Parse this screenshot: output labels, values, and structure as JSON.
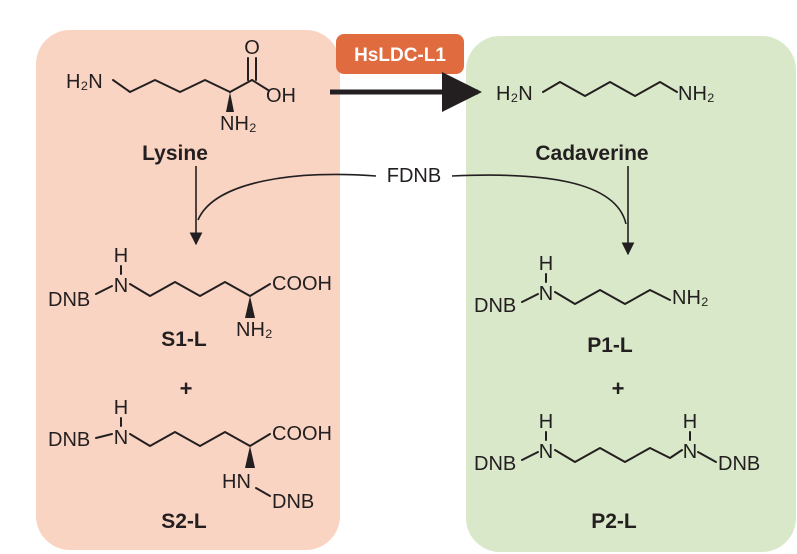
{
  "colors": {
    "substrate_panel": "#f9d4c3",
    "product_panel": "#d9e8c8",
    "enzyme_badge": "#e06b3f",
    "ink": "#231f20"
  },
  "enzyme": {
    "label": "HsLDC-L1"
  },
  "reagent": {
    "label": "FDNB"
  },
  "lysine": {
    "name": "Lysine",
    "h2n": "H₂N",
    "o": "O",
    "oh": "OH",
    "nh2": "NH₂"
  },
  "cadaverine": {
    "name": "Cadaverine",
    "h2n": "H₂N",
    "nh2": "NH₂"
  },
  "s1": {
    "name": "S1-L",
    "dnb": "DNB",
    "h": "H",
    "n": "N",
    "cooh": "COOH",
    "nh2": "NH₂"
  },
  "s2": {
    "name": "S2-L",
    "dnb": "DNB",
    "h": "H",
    "n": "N",
    "cooh": "COOH",
    "hn": "HN",
    "dnb2": "DNB"
  },
  "p1": {
    "name": "P1-L",
    "dnb": "DNB",
    "h": "H",
    "n": "N",
    "nh2": "NH₂"
  },
  "p2": {
    "name": "P2-L",
    "dnb": "DNB",
    "h": "H",
    "n": "N",
    "h2": "H",
    "n2": "N",
    "dnb2": "DNB"
  },
  "plus_left": "+",
  "plus_right": "+"
}
